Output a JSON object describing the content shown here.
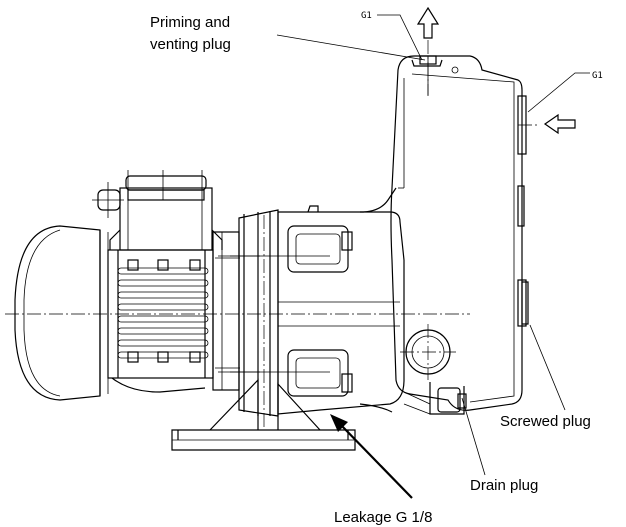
{
  "labels": {
    "priming_line1": "Priming and",
    "priming_line2": "venting plug",
    "g1_top": "G1",
    "g1_right": "G1",
    "screwed_plug": "Screwed plug",
    "drain_plug": "Drain plug",
    "leakage": "Leakage G 1/8"
  },
  "colors": {
    "line": "#000000",
    "background": "#ffffff"
  }
}
